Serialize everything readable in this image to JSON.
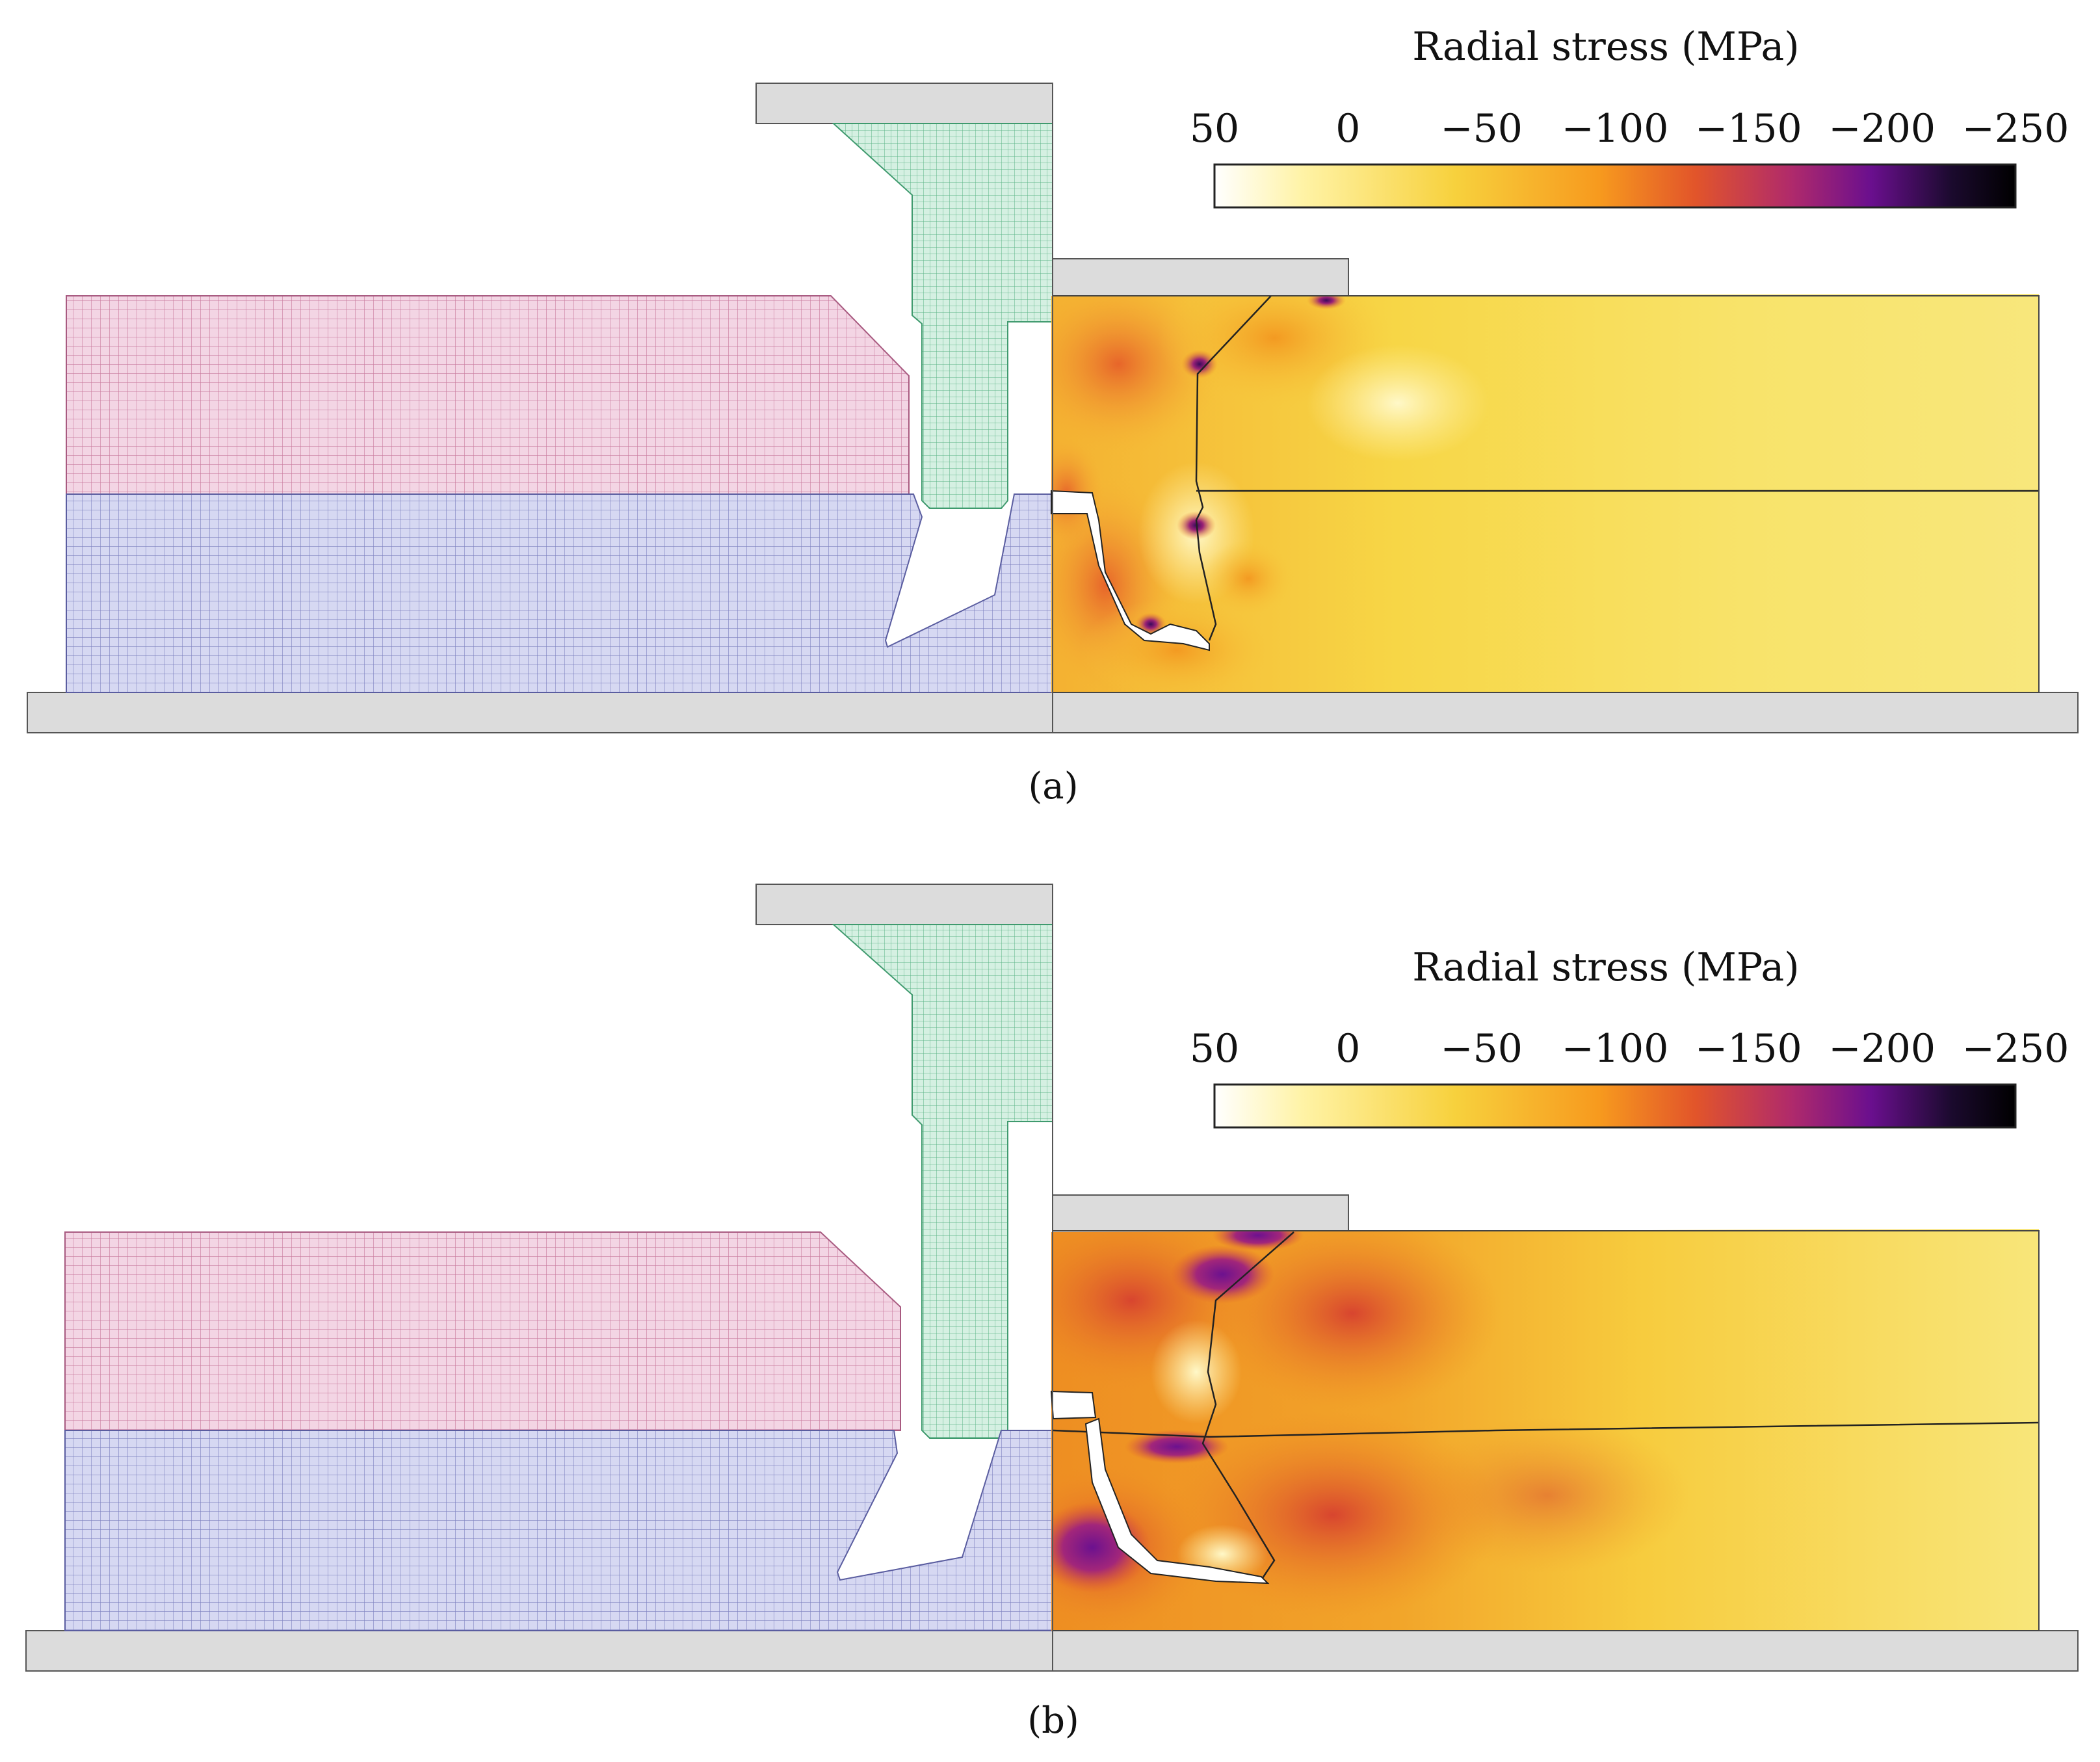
{
  "panels": [
    {
      "caption": "(a)",
      "colorbar": {
        "title": "Radial stress (MPa)",
        "ticks": [
          "50",
          "0",
          "−50",
          "−100",
          "−150",
          "−200",
          "−250"
        ],
        "range": [
          50,
          -250
        ]
      }
    },
    {
      "caption": "(b)",
      "colorbar": {
        "title": "Radial stress (MPa)",
        "ticks": [
          "50",
          "0",
          "−50",
          "−100",
          "−150",
          "−200",
          "−250"
        ],
        "range": [
          50,
          -250
        ]
      }
    }
  ],
  "colormap": {
    "name": "inferno (reversed)",
    "stops": [
      "#ffffff",
      "#fff3a6",
      "#f7d13d",
      "#f79a1e",
      "#e2552a",
      "#b02a6b",
      "#6a0f8e",
      "#1b0a2e",
      "#000000"
    ]
  },
  "mesh_colors": {
    "holder": "#f3d5e4",
    "holder_grid": "#c97a9d",
    "sheet": "#d6d8f2",
    "sheet_grid": "#7e81c0",
    "punch": "#d5f0e2",
    "punch_grid": "#5ab486",
    "tooling": "#dcdcdc",
    "tooling_edge": "#555555"
  }
}
